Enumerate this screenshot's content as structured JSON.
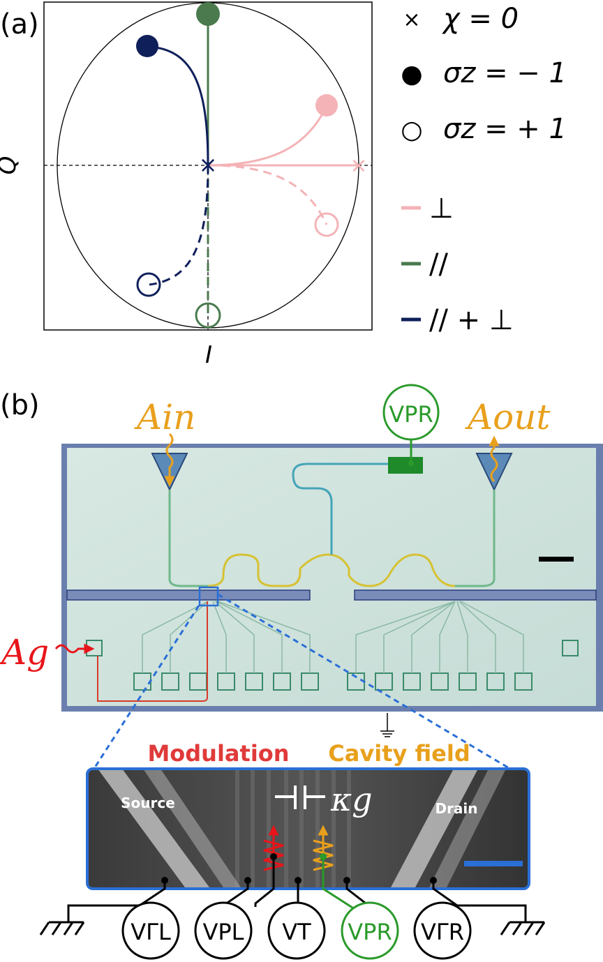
{
  "panel_a": {
    "label": "(a)",
    "axis_x": "I",
    "axis_y": "Q",
    "legend": [
      {
        "symbol": "×",
        "text": "χ = 0"
      },
      {
        "symbol": "●",
        "text": "σz = − 1"
      },
      {
        "symbol": "○",
        "text": "σz = + 1"
      },
      {
        "name": "⊥",
        "color": "#f4b3b7"
      },
      {
        "name": "//",
        "color": "#4a7a4e"
      },
      {
        "name": "// + ⊥",
        "color": "#0f1f5a"
      }
    ]
  },
  "panel_b": {
    "label": "(b)",
    "a_in": "Ain",
    "a_out": "Aout",
    "a_g": "Ag",
    "v_pr_top": "VPR",
    "zoom": {
      "modulation": "Modulation",
      "cavity_field": "Cavity field",
      "kappa": "κg",
      "source": "Source",
      "drain": "Drain"
    },
    "gates": [
      "VΓL",
      "VPL",
      "VT",
      "VPR",
      "VΓR"
    ]
  },
  "colors": {
    "perp": "#f4b3b7",
    "para": "#4a7a4e",
    "both": "#0f1f5a",
    "orange": "#e8a01c",
    "red": "#e8151a",
    "green": "#2a9a2a",
    "blue": "#2a6fd6"
  }
}
